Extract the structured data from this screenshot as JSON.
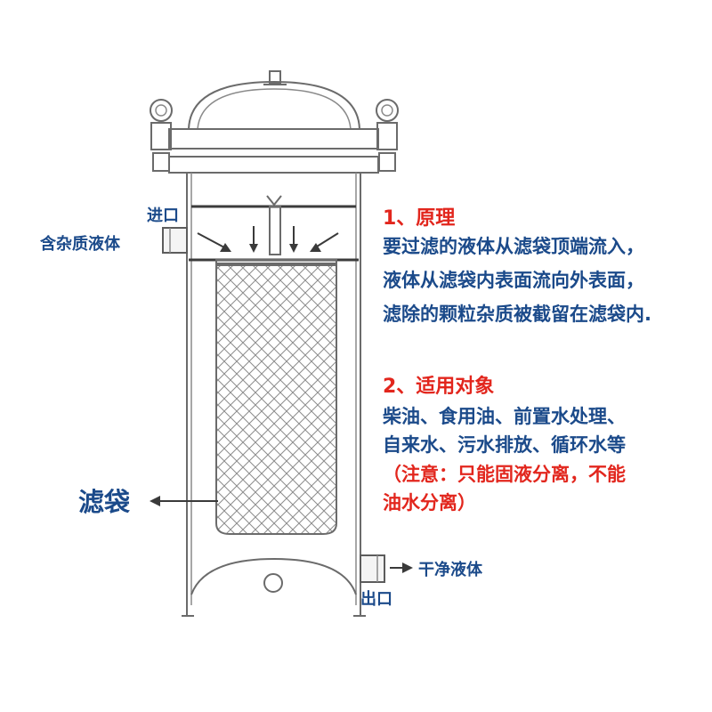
{
  "diagram": {
    "inlet": {
      "label": "进口",
      "liquid_label": "含杂质液体"
    },
    "outlet": {
      "label": "出口",
      "liquid_label": "干净液体"
    },
    "filter_bag_label": "滤袋",
    "principle": {
      "heading": "1、原理",
      "lines": [
        "要过滤的液体从滤袋顶端流入，",
        "液体从滤袋内表面流向外表面，",
        "滤除的颗粒杂质被截留在滤袋内."
      ]
    },
    "applications": {
      "heading": "2、适用对象",
      "lines": [
        "柴油、食用油、前置水处理、",
        "自来水、污水排放、循环水等"
      ],
      "note_lines": [
        "（注意：只能固液分离，不能",
        "油水分离）"
      ]
    }
  },
  "colors": {
    "text_blue": "#1b4a8a",
    "text_red": "#e2261d",
    "outline_gray": "#6b6b6b"
  }
}
